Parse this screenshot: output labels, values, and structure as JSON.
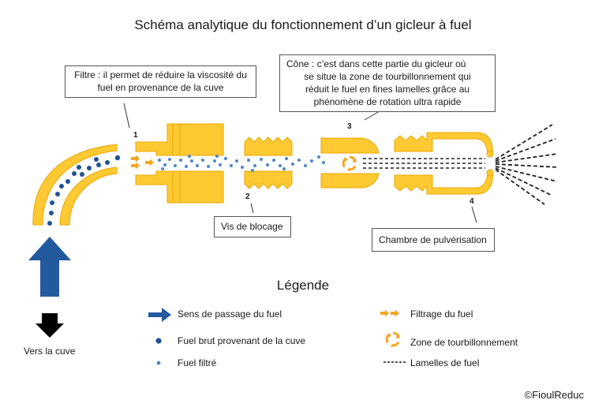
{
  "title": "Schéma analytique du fonctionnement d’un gicleur à fuel",
  "callouts": {
    "filtre": [
      "Filtre : il permet de réduire la viscosité du",
      "fuel en provenance de la cuve"
    ],
    "cone": [
      "Cône : c’est dans cette partie du gicleur où",
      "se situe la zone de tourbillonnement qui",
      "réduit le fuel en fines lamelles grâce au",
      "phénomène de rotation ultra rapide"
    ],
    "vis": "Vis de blocage",
    "chambre": "Chambre de pulvérisation"
  },
  "numbers": [
    "1",
    "2",
    "3",
    "4"
  ],
  "legend": {
    "title": "Légende",
    "sens": "Sens de passage du fuel",
    "brut": "Fuel brut provenant de la cuve",
    "filtre_fuel": "Fuel filtré",
    "filtrage": "Filtrage du fuel",
    "zone": "Zone de tourbillonnement",
    "lamelles": "Lamelles de fuel",
    "vers_cuve": "Vers la cuve"
  },
  "copyright": "©FioulReduc",
  "colors": {
    "part": "#FFC933",
    "outline": "#E8A800",
    "fuel_dark": "#1F5296",
    "fuel_light": "#4D87C8",
    "arrow_orange": "#F6A623",
    "arrow_blue": "#235A9E"
  }
}
